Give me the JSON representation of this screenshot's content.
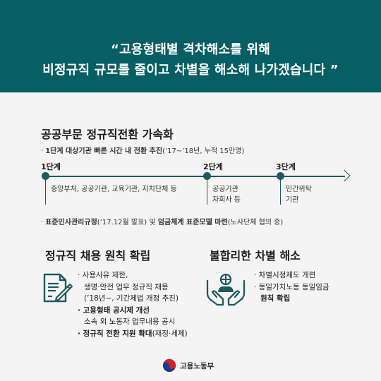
{
  "header": {
    "line1": "“고용형태별 격차해소를 위해",
    "line2": "비정규직 규모를 줄이고 차별을 해소해 나가겠습니다 ”"
  },
  "section1": {
    "title": "공공부문 정규직전환 가속화",
    "note1_bullet": "·",
    "note1_bold": "1단계 대상기관 빠른 시간 내 전환 추진",
    "note1_rest": "(’17~’18년, 누적 15만명)",
    "stages": [
      {
        "label": "1단계",
        "desc": [
          "중앙부처, 공공기관, 교육기관, 자치단체 등"
        ]
      },
      {
        "label": "2단계",
        "desc": [
          "공공기관",
          "자회사 등"
        ]
      },
      {
        "label": "3단계",
        "desc": [
          "민간위탁",
          "기관"
        ]
      }
    ],
    "note2_bullet": "·",
    "note2_bold1": "표준인사관리규정",
    "note2_mid": "(’17.12월 발표) 및 ",
    "note2_bold2": "임금체계 표준모델 마련",
    "note2_rest": "(노사단체 협의 중)"
  },
  "section2": {
    "title": "정규직 채용 원칙 확립",
    "icon": "document-pen-icon",
    "items": {
      "i1a": "· 사용사유 제한,",
      "i1b": "생명·안전 업무 정규직 채용",
      "i1c": "(’18년~, 기간제법 개정 추진)",
      "i2a": "· 고용형태 공시제 개선",
      "i2b": "소속 외 노동자 업무내용 공시",
      "i3_bold": "· 정규직 전환 지원 확대",
      "i3_rest": "(재정·세제)"
    }
  },
  "section3": {
    "title": "불합리한 차별 해소",
    "icon": "hands-holding-people-icon",
    "items": {
      "i1": "· 차별시정제도 개편",
      "i2": "· 동일가치노동 동일임금",
      "i2b": "원칙 확립"
    }
  },
  "footer": {
    "logo_text": "고용노동부"
  },
  "colors": {
    "header_bg": "#075e63",
    "accent": "#1f5a5e",
    "background": "#f4f4f4"
  }
}
